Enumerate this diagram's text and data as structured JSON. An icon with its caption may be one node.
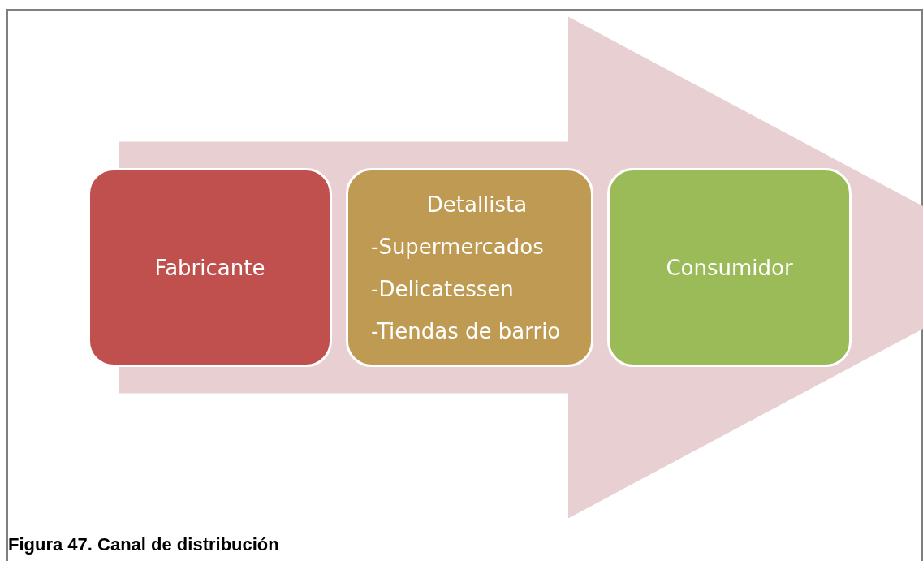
{
  "diagram": {
    "caption": "Figura 47. Canal de distribución",
    "nodes": [
      {
        "text": [
          "Fabricante"
        ]
      },
      {
        "text": [
          "Detallista",
          "-Supermercados",
          "-Delicatessen",
          "-Tiendas de barrio"
        ]
      },
      {
        "text": [
          "Consumidor"
        ]
      }
    ],
    "edges": [
      {
        "from": 0,
        "to": 2,
        "arrow": "to",
        "style": "thick"
      }
    ]
  }
}
